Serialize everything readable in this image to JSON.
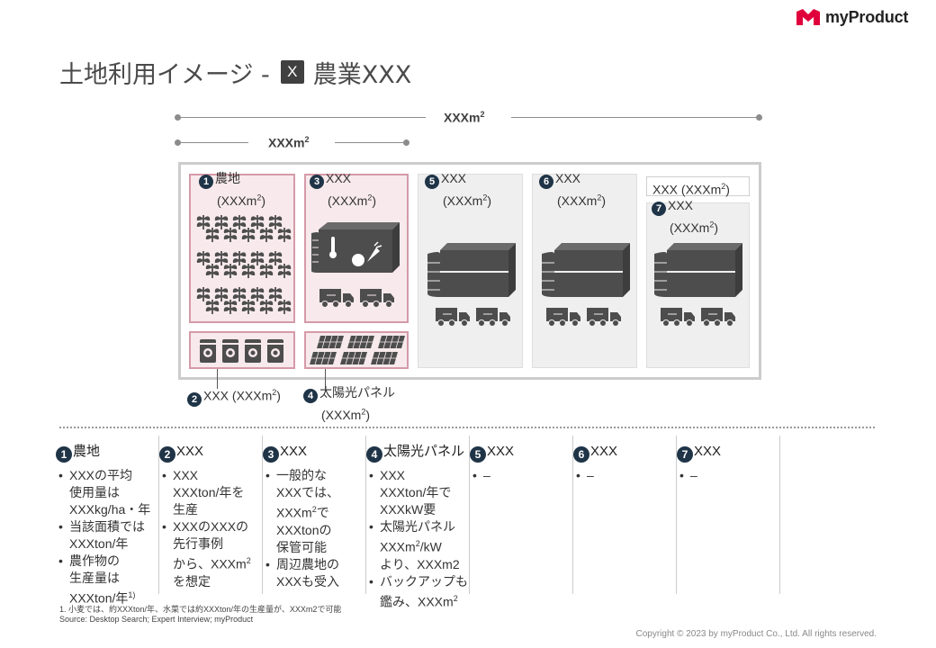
{
  "brand": {
    "name": "myProduct",
    "accent": "#e0003c"
  },
  "title": {
    "main": "土地利用イメージ -",
    "badge": "X",
    "sub": "農業XXX"
  },
  "dimensions": {
    "total": "XXXm",
    "total_sup": "2",
    "partial": "XXXm",
    "partial_sup": "2"
  },
  "plots": {
    "p1": {
      "num": "1",
      "name": "農地",
      "area": "(XXXm",
      "area_sup": "2",
      "area_end": ")"
    },
    "p2": {
      "num": "2",
      "name": "XXX (XXXm",
      "area_sup": "2",
      "area_end": ")"
    },
    "p3": {
      "num": "3",
      "name": "XXX",
      "area": "(XXXm",
      "area_sup": "2",
      "area_end": ")"
    },
    "p4": {
      "num": "4",
      "name": "太陽光パネル",
      "area": "(XXXm",
      "area_sup": "2",
      "area_end": ")"
    },
    "p5": {
      "num": "5",
      "name": "XXX",
      "area": "(XXXm",
      "area_sup": "2",
      "area_end": ")"
    },
    "p6": {
      "num": "6",
      "name": "XXX",
      "area": "(XXXm",
      "area_sup": "2",
      "area_end": ")"
    },
    "p7": {
      "num": "7",
      "name": "XXX",
      "area": "(XXXm",
      "area_sup": "2",
      "area_end": ")",
      "total": "XXX (XXXm",
      "total_sup": "2",
      "total_end": ")"
    }
  },
  "details": [
    {
      "num": "1",
      "title": "農地",
      "bullets": [
        {
          "text": "XXXの平均\n使用量は\nXXXkg/ha・年"
        },
        {
          "text": "当該面積では\nXXXton/年"
        },
        {
          "text": "農作物の\n生産量は\nXXXton/年",
          "sup": "1)"
        }
      ]
    },
    {
      "num": "2",
      "title": "XXX",
      "bullets": [
        {
          "text": "XXX\nXXXton/年を\n生産"
        },
        {
          "text": "XXXのXXXの\n先行事例\nから、XXXm",
          "sup": "2",
          "tail": "\nを想定"
        }
      ]
    },
    {
      "num": "3",
      "title": "XXX",
      "bullets": [
        {
          "text": "一般的な\nXXXでは、\nXXXm",
          "sup": "2",
          "tail": "で\nXXXtonの\n保管可能"
        },
        {
          "text": "周辺農地の\nXXXも受入"
        }
      ]
    },
    {
      "num": "4",
      "title": "太陽光パネル",
      "bullets": [
        {
          "text": "XXX\nXXXton/年で\nXXXkW要"
        },
        {
          "text": "太陽光パネル\nXXXm",
          "sup": "2",
          "tail": "/kW\nより、XXXm2"
        },
        {
          "text": "バックアップも\n鑑み、XXXm",
          "sup": "2"
        }
      ]
    },
    {
      "num": "5",
      "title": "XXX",
      "bullets": [
        {
          "text": "–"
        }
      ]
    },
    {
      "num": "6",
      "title": "XXX",
      "bullets": [
        {
          "text": "–"
        }
      ]
    },
    {
      "num": "7",
      "title": "XXX",
      "bullets": [
        {
          "text": "–"
        }
      ]
    }
  ],
  "footnote": {
    "line1": "1. 小麦では、約XXXton/年、水菜では約XXXton/年の生産量が、XXXm2で可能",
    "line2": "Source: Desktop Search; Expert Interview; myProduct"
  },
  "copyright": "Copyright © 2023 by myProduct Co., Ltd.  All rights reserved."
}
